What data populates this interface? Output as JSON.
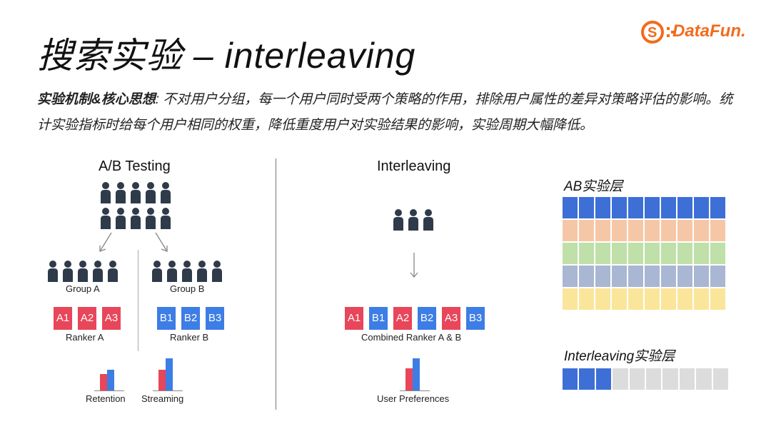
{
  "title": "搜索实验 – interleaving",
  "logo": {
    "text": "DataFun."
  },
  "description": {
    "lead": "实验机制&核心思想",
    "body": ": 不对用户分组，每一个用户同时受两个策略的作用，排除用户属性的差异对策略评估的影响。统计实验指标时给每个用户相同的权重，降低重度用户对实验结果的影响，实验周期大幅降低。"
  },
  "ab_testing": {
    "title": "A/B Testing",
    "group_a": {
      "label": "Group A",
      "ranker_label": "Ranker A",
      "tiles": [
        "A1",
        "A2",
        "A3"
      ]
    },
    "group_b": {
      "label": "Group B",
      "ranker_label": "Ranker B",
      "tiles": [
        "B1",
        "B2",
        "B3"
      ]
    },
    "metrics": [
      "Retention",
      "Streaming"
    ]
  },
  "interleaving": {
    "title": "Interleaving",
    "tiles": [
      "A1",
      "B1",
      "A2",
      "B2",
      "A3",
      "B3"
    ],
    "ranker_label": "Combined Ranker A & B",
    "metric": "User Preferences"
  },
  "layers": {
    "ab_title": "AB实验层",
    "interleaving_title": "Interleaving实验层",
    "ab_grid_rows": [
      "#3d6fd6",
      "#f6c7a6",
      "#bfe0a8",
      "#a9b7d2",
      "#fbe59b"
    ],
    "interleave_active_cells": 3,
    "columns": 10
  },
  "colors": {
    "red": "#e8465a",
    "blue": "#3d7de6",
    "person": "#2f3b4a",
    "logo": "#f26b1d"
  }
}
